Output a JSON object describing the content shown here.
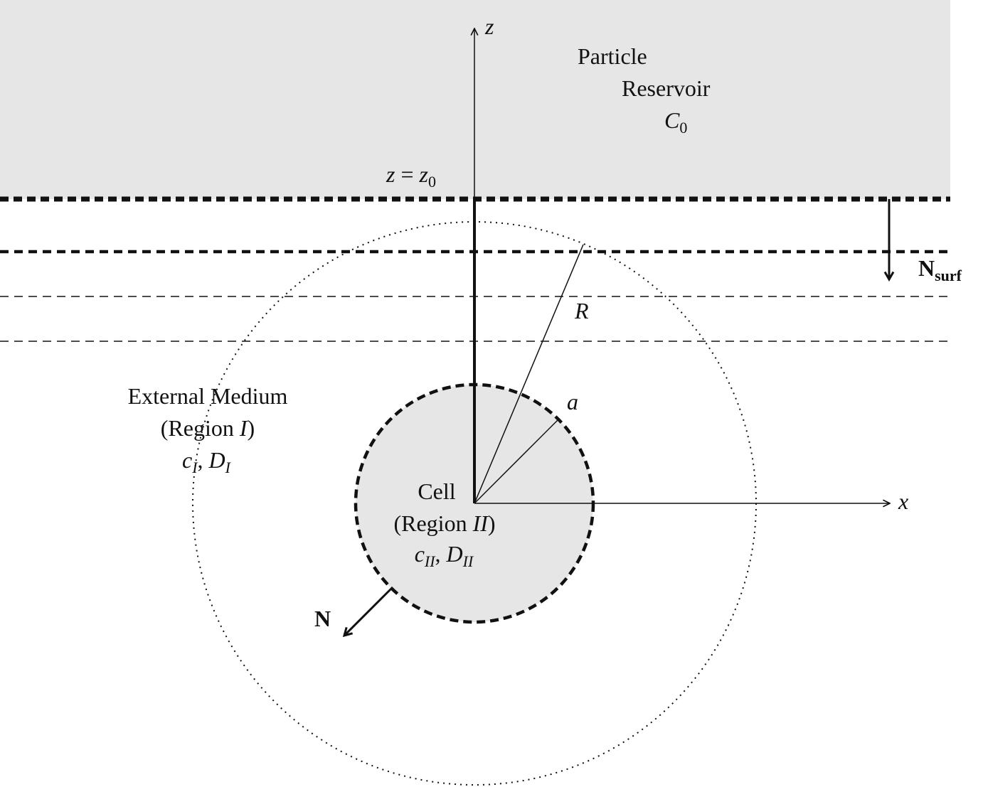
{
  "reservoir": {
    "line1": "Particle",
    "line2": "Reservoir",
    "conc_symbol": "C",
    "conc_sub": "0"
  },
  "boundary": {
    "lhs": "z",
    "eq": " = ",
    "rhs": "z",
    "rhs_sub": "0"
  },
  "axes": {
    "z_label": "z",
    "x_label": "x"
  },
  "radii": {
    "big_radius": "R",
    "small_radius": "a"
  },
  "external_medium": {
    "line1": "External Medium",
    "line2_pre": "(Region ",
    "line2_roman": "I",
    "line2_post": ")",
    "c_symbol": "c",
    "c_sub": "I",
    "sep": ", ",
    "d_symbol": "D",
    "d_sub": "I"
  },
  "cell": {
    "line1": "Cell",
    "line2_pre": "(Region ",
    "line2_roman": "II",
    "line2_post": ")",
    "c_symbol": "c",
    "c_sub": "II",
    "sep": ", ",
    "d_symbol": "D",
    "d_sub": "II"
  },
  "flux": {
    "surface_symbol": "N",
    "surface_sub": "surf",
    "normal_symbol": "N"
  },
  "colors": {
    "shade": "#e6e6e6",
    "ink": "#111111"
  }
}
